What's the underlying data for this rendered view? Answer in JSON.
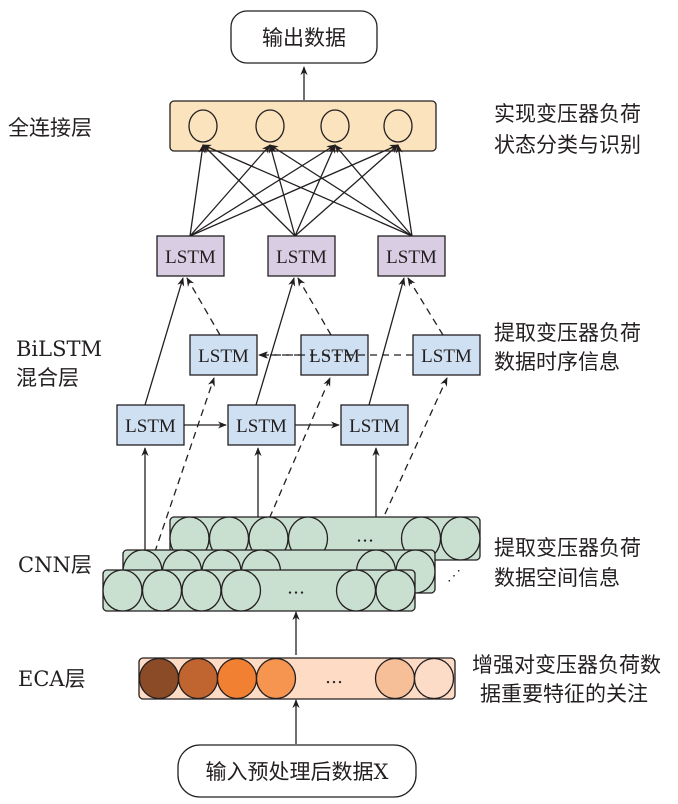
{
  "diagram": {
    "output_node": "输出数据",
    "input_node": "输入预处理后数据X",
    "layers": {
      "fc": {
        "name": "全连接层",
        "desc": [
          "实现变压器负荷",
          "状态分类与识别"
        ],
        "neurons": 4,
        "color": "#fae3bd"
      },
      "bilstm": {
        "name": [
          "BiLSTM",
          "混合层"
        ],
        "desc": [
          "提取变压器负荷",
          "数据时序信息"
        ],
        "cell_label": "LSTM",
        "top_row_color": "#d9cde3",
        "cell_color": "#cfe0f2"
      },
      "cnn": {
        "name": "CNN层",
        "desc": [
          "提取变压器负荷",
          "数据空间信息"
        ],
        "color": "#c9dfcf"
      },
      "eca": {
        "name": "ECA层",
        "desc": [
          "增强对变压器负荷数",
          "据重要特征的关注"
        ],
        "bar_color": "#fddbc5",
        "circle_colors": [
          "#8b4b27",
          "#c0652f",
          "#f28033",
          "#f59550",
          "#f7bf98",
          "#fcdcc6"
        ]
      }
    },
    "ellipsis": "…"
  }
}
